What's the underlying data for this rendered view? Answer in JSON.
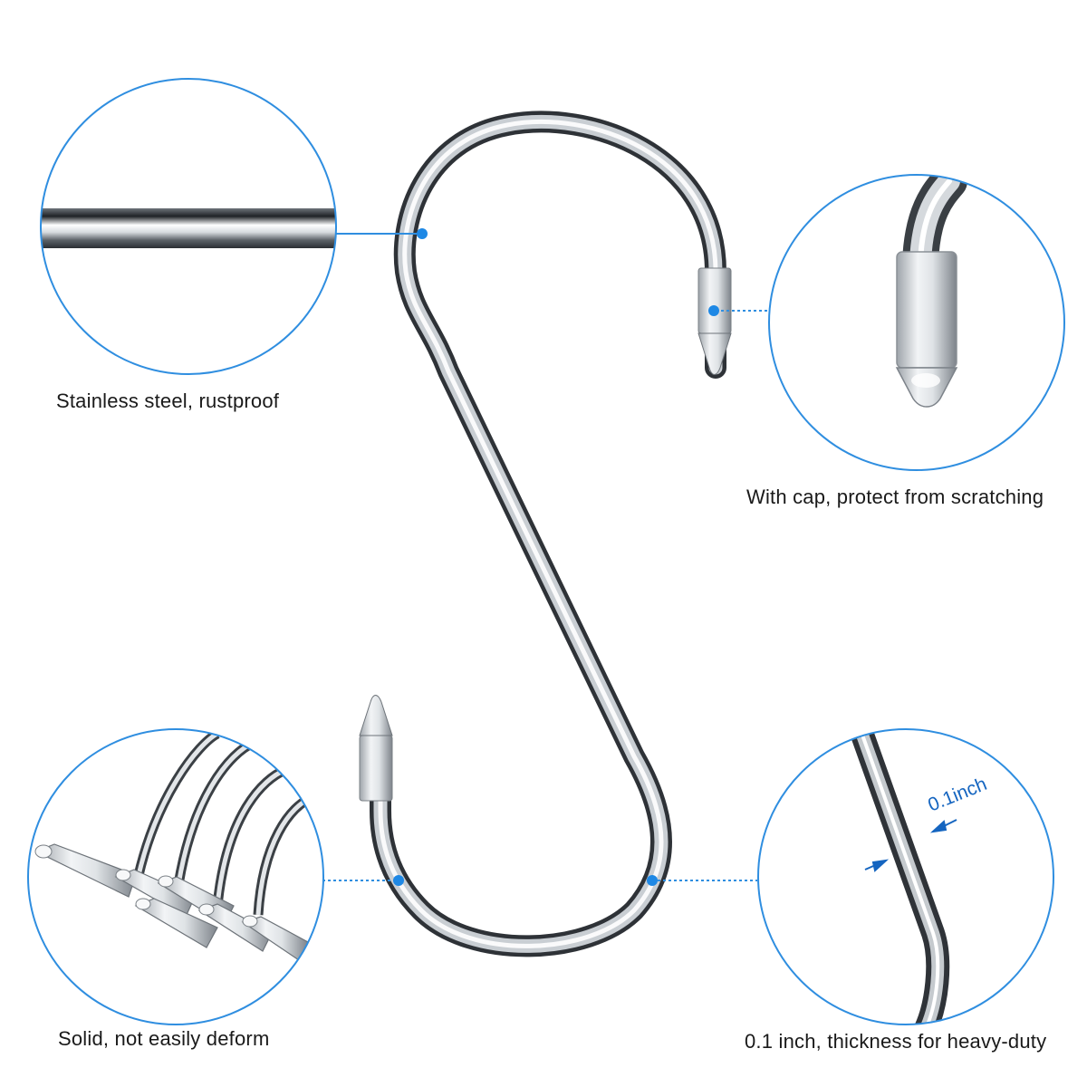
{
  "captions": {
    "top_left": "Stainless steel,  rustproof",
    "top_right": "With cap,  protect from scratching",
    "bottom_left": "Solid, not easily deform",
    "bottom_right": "0.1 inch, thickness for heavy-duty"
  },
  "measurement_label": "0.1inch",
  "colors": {
    "accent_blue": "#1e88e5",
    "circle_outline": "#2f8ee0",
    "steel_light": "#f2f4f6",
    "steel_mid": "#9aa0a6",
    "steel_dark": "#3d4247"
  },
  "icons": {
    "product": "s-hook",
    "detail_marker": "blue-dot"
  }
}
